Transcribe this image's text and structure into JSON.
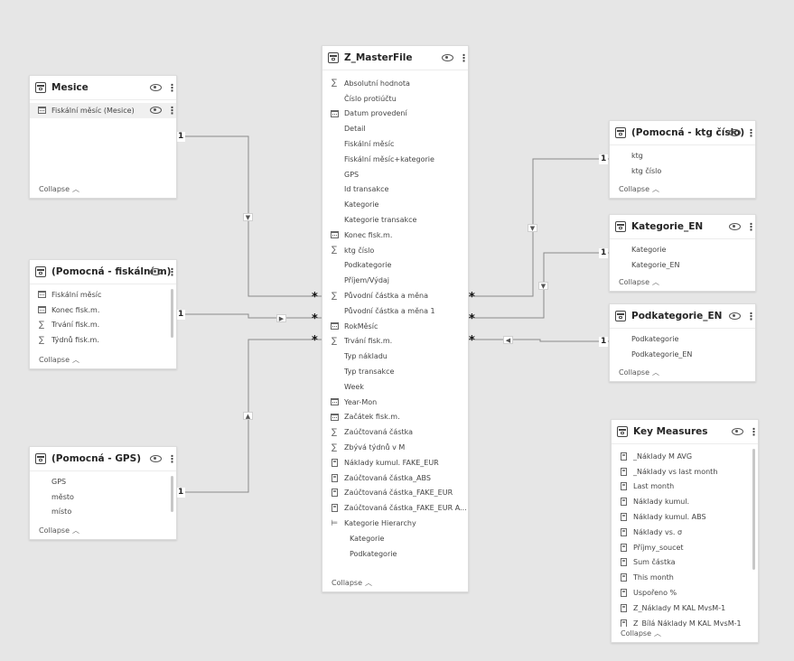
{
  "tables": {
    "mesice": {
      "title": "Mesice",
      "fields": [
        {
          "label": "Fiskální měsíc (Mesice)",
          "icon": "calendar-icon"
        }
      ],
      "collapse": "Collapse"
    },
    "pomocna_fiskalni": {
      "title": "(Pomocná - fiskální m)",
      "fields": [
        {
          "label": "Fiskální měsíc",
          "icon": "calendar-icon"
        },
        {
          "label": "Konec fisk.m.",
          "icon": "calendar-icon"
        },
        {
          "label": "Trvání fisk.m.",
          "icon": "sigma-icon"
        },
        {
          "label": "Týdnů fisk.m.",
          "icon": "sigma-icon"
        }
      ],
      "collapse": "Collapse"
    },
    "pomocna_gps": {
      "title": "(Pomocná - GPS)",
      "fields": [
        {
          "label": "GPS"
        },
        {
          "label": "město"
        },
        {
          "label": "místo"
        }
      ],
      "collapse": "Collapse"
    },
    "master": {
      "title": "Z_MasterFile",
      "fields": [
        {
          "label": "Absolutní hodnota",
          "icon": "sigma-icon"
        },
        {
          "label": "Číslo protiúčtu"
        },
        {
          "label": "Datum provedení",
          "icon": "calendar-icon"
        },
        {
          "label": "Detail"
        },
        {
          "label": "Fiskální měsíc"
        },
        {
          "label": "Fiskální měsíc+kategorie"
        },
        {
          "label": "GPS"
        },
        {
          "label": "Id transakce"
        },
        {
          "label": "Kategorie"
        },
        {
          "label": "Kategorie transakce"
        },
        {
          "label": "Konec fisk.m.",
          "icon": "calendar-icon"
        },
        {
          "label": "ktg číslo",
          "icon": "sigma-icon"
        },
        {
          "label": "Podkategorie"
        },
        {
          "label": "Příjem/Výdaj"
        },
        {
          "label": "Původní částka a měna",
          "icon": "sigma-icon"
        },
        {
          "label": "Původní částka a měna 1"
        },
        {
          "label": "RokMěsíc",
          "icon": "calendar-icon"
        },
        {
          "label": "Trvání fisk.m.",
          "icon": "sigma-icon"
        },
        {
          "label": "Typ nákladu"
        },
        {
          "label": "Typ transakce"
        },
        {
          "label": "Week"
        },
        {
          "label": "Year-Mon",
          "icon": "calendar-icon"
        },
        {
          "label": "Začátek fisk.m.",
          "icon": "calendar-icon"
        },
        {
          "label": "Zaúčtovaná částka",
          "icon": "sigma-icon"
        },
        {
          "label": "Zbývá týdnů v M",
          "icon": "sigma-icon"
        },
        {
          "label": "Náklady kumul. FAKE_EUR",
          "icon": "calculator-icon"
        },
        {
          "label": "Zaúčtovaná částka_ABS",
          "icon": "calculator-icon"
        },
        {
          "label": "Zaúčtovaná částka_FAKE_EUR",
          "icon": "calculator-icon"
        },
        {
          "label": "Zaúčtovaná částka_FAKE_EUR A...",
          "icon": "calculator-icon"
        },
        {
          "label": "Kategorie Hierarchy",
          "icon": "hierarchy-icon"
        },
        {
          "label": "Kategorie",
          "child": true
        },
        {
          "label": "Podkategorie",
          "child": true
        }
      ],
      "collapse": "Collapse"
    },
    "pomocna_ktg": {
      "title": "(Pomocná - ktg číslo)",
      "fields": [
        {
          "label": "ktg"
        },
        {
          "label": "ktg číslo"
        }
      ],
      "collapse": "Collapse"
    },
    "kategorie_en": {
      "title": "Kategorie_EN",
      "fields": [
        {
          "label": "Kategorie"
        },
        {
          "label": "Kategorie_EN"
        }
      ],
      "collapse": "Collapse"
    },
    "podkategorie_en": {
      "title": "Podkategorie_EN",
      "fields": [
        {
          "label": "Podkategorie"
        },
        {
          "label": "Podkategorie_EN"
        }
      ],
      "collapse": "Collapse"
    },
    "key_measures": {
      "title": "Key Measures",
      "fields": [
        {
          "label": "_Náklady M AVG",
          "icon": "calculator-icon"
        },
        {
          "label": "_Náklady vs last month",
          "icon": "calculator-icon"
        },
        {
          "label": "Last month",
          "icon": "calculator-icon"
        },
        {
          "label": "Náklady kumul.",
          "icon": "calculator-icon"
        },
        {
          "label": "Náklady kumul. ABS",
          "icon": "calculator-icon"
        },
        {
          "label": "Náklady vs. σ",
          "icon": "calculator-icon"
        },
        {
          "label": "Příjmy_soucet",
          "icon": "calculator-icon"
        },
        {
          "label": "Sum částka",
          "icon": "calculator-icon"
        },
        {
          "label": "This month",
          "icon": "calculator-icon"
        },
        {
          "label": "Uspořeno %",
          "icon": "calculator-icon"
        },
        {
          "label": "Z_Náklady M KAL MvsM-1",
          "icon": "calculator-icon"
        },
        {
          "label": "Z_Bílá Náklady M KAL MvsM-1",
          "icon": "calculator-icon"
        }
      ],
      "collapse": "Collapse"
    }
  },
  "relationships": {
    "one": "1",
    "many": "*"
  }
}
